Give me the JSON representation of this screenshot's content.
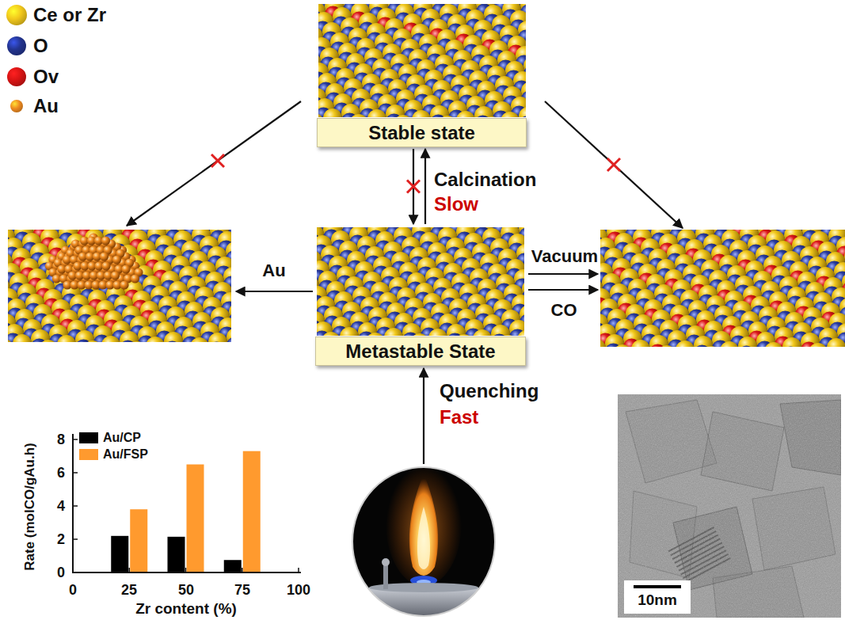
{
  "diagram": {
    "nodes": [
      {
        "text": [
          "Stable state"
        ]
      },
      {
        "text": [
          "Metastable State"
        ]
      }
    ],
    "edges": [
      {
        "from": 0,
        "to": 1,
        "arrow": "to"
      },
      {
        "from": 1,
        "to": 0,
        "arrow": "to",
        "label": "Calcination"
      }
    ],
    "labels": [
      "Slow",
      "Au",
      "Vacuum",
      "CO",
      "Quenching",
      "Fast",
      "8",
      "6",
      "4",
      "2",
      "0",
      "0",
      "25",
      "50",
      "75",
      "100",
      "Rate (molCO/gAu.h)",
      "Zr content (%)",
      "10nm"
    ],
    "legend": [
      {
        "text": "Ce or Zr",
        "color": "#f2c81c"
      },
      {
        "text": "O",
        "color": "#23348f"
      },
      {
        "text": "Ov",
        "color": "#d81414"
      },
      {
        "text": "Au",
        "color": "#ee8a20"
      },
      {
        "text": "Au/CP",
        "color": "#000000"
      },
      {
        "text": "Au/FSP",
        "color": "#ff9a2e"
      }
    ]
  }
}
